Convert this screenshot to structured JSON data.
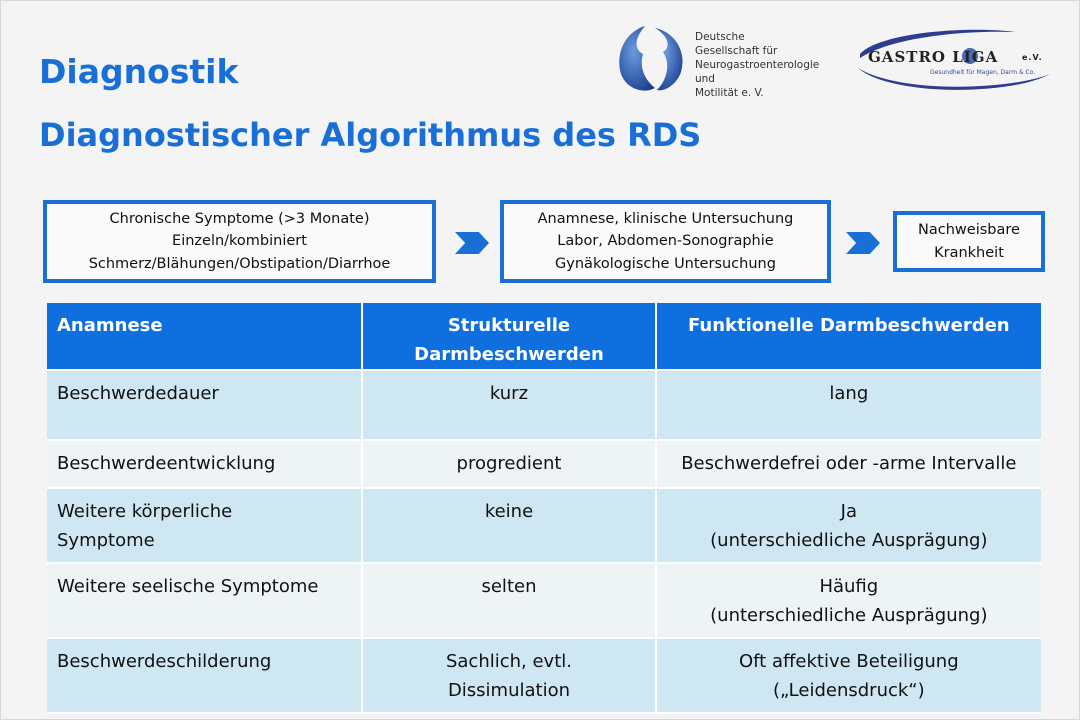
{
  "slide": {
    "title": "Diagnostik",
    "subtitle": "Diagnostischer Algorithmus des RDS"
  },
  "logos": {
    "dgnm": {
      "lines": [
        "Deutsche",
        "Gesellschaft für",
        "Neurogastroenterologie und",
        "Motilität e. V."
      ]
    },
    "gastroliga": {
      "name": "GASTRO LIGA",
      "suffix": "e.V.",
      "tagline": "Gesundheit für Magen, Darm & Co."
    }
  },
  "flow": {
    "boxes": [
      {
        "lines": [
          "Chronische Symptome (>3 Monate)",
          "Einzeln/kombiniert",
          "Schmerz/Blähungen/Obstipation/Diarrhoe"
        ]
      },
      {
        "lines": [
          "Anamnese, klinische Untersuchung",
          "Labor, Abdomen-Sonographie",
          "Gynäkologische Untersuchung"
        ]
      },
      {
        "lines": [
          "Nachweisbare",
          "Krankheit"
        ]
      }
    ],
    "arrow_icon": "chevron-right-icon"
  },
  "table": {
    "headers": [
      [
        "Anamnese"
      ],
      [
        "Strukturelle",
        "Darmbeschwerden"
      ],
      [
        "Funktionelle Darmbeschwerden"
      ]
    ],
    "rows": [
      [
        [
          "Beschwerdedauer"
        ],
        [
          "kurz"
        ],
        [
          "lang"
        ]
      ],
      [
        [
          "Beschwerdeentwicklung"
        ],
        [
          "progredient"
        ],
        [
          "Beschwerdefrei oder -arme Intervalle"
        ]
      ],
      [
        [
          "Weitere körperliche",
          "Symptome"
        ],
        [
          "keine"
        ],
        [
          "Ja",
          "(unterschiedliche Ausprägung)"
        ]
      ],
      [
        [
          "Weitere seelische Symptome"
        ],
        [
          "selten"
        ],
        [
          "Häufig",
          "(unterschiedliche Ausprägung)"
        ]
      ],
      [
        [
          "Beschwerdeschilderung"
        ],
        [
          "Sachlich, evtl.",
          "Dissimulation"
        ],
        [
          "Oft affektive Beteiligung",
          "(„Leidensdruck“)"
        ]
      ]
    ]
  },
  "colors": {
    "accent": "#1a6fd6",
    "header": "#0f6fde",
    "row_light_blue": "#cfe7f3",
    "row_light": "#eef3f6"
  }
}
